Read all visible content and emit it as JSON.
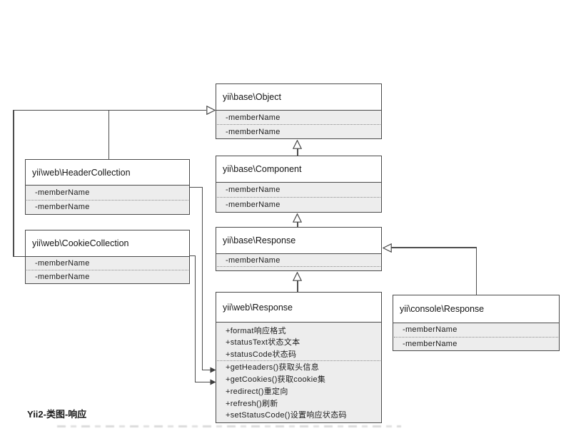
{
  "diagram_label": "Yii2-类图-响应",
  "colors": {
    "box_border": "#4a4a4a",
    "compartment_fill": "#ededed",
    "connector": "#4d4d4d",
    "background": "#ffffff"
  },
  "classes": {
    "object": {
      "title": "yii\\base\\Object",
      "members": [
        "-memberName",
        "-memberName"
      ]
    },
    "component": {
      "title": "yii\\base\\Component",
      "members": [
        "-memberName",
        "-memberName"
      ]
    },
    "base_response": {
      "title": "yii\\base\\Response",
      "members": [
        "-memberName"
      ]
    },
    "web_response": {
      "title": "yii\\web\\Response",
      "attributes": [
        "+format响应格式",
        "+statusText状态文本",
        "+statusCode状态码"
      ],
      "methods": [
        "+getHeaders()获取头信息",
        "+getCookies()获取cookie集",
        "+redirect()重定向",
        "+refresh()刷新",
        "+setStatusCode()设置响应状态码"
      ]
    },
    "console_response": {
      "title": "yii\\console\\Response",
      "members": [
        "-memberName",
        "-memberName"
      ]
    },
    "header_collection": {
      "title": "yii\\web\\HeaderCollection",
      "members": [
        "-memberName",
        "-memberName"
      ]
    },
    "cookie_collection": {
      "title": "yii\\web\\CookieCollection",
      "members": [
        "-memberName",
        "-memberName"
      ]
    }
  },
  "relationships": [
    {
      "type": "inheritance",
      "from": "yii\\base\\Component",
      "to": "yii\\base\\Object"
    },
    {
      "type": "inheritance",
      "from": "yii\\base\\Response",
      "to": "yii\\base\\Component"
    },
    {
      "type": "inheritance",
      "from": "yii\\web\\Response",
      "to": "yii\\base\\Response"
    },
    {
      "type": "inheritance",
      "from": "yii\\console\\Response",
      "to": "yii\\base\\Response"
    },
    {
      "type": "inheritance",
      "from": "yii\\web\\HeaderCollection",
      "to": "yii\\base\\Object"
    },
    {
      "type": "inheritance",
      "from": "yii\\web\\CookieCollection",
      "to": "yii\\base\\Object"
    },
    {
      "type": "association",
      "from": "yii\\web\\HeaderCollection",
      "to": "yii\\web\\Response +getHeaders()"
    },
    {
      "type": "association",
      "from": "yii\\web\\CookieCollection",
      "to": "yii\\web\\Response +getCookies()"
    }
  ]
}
